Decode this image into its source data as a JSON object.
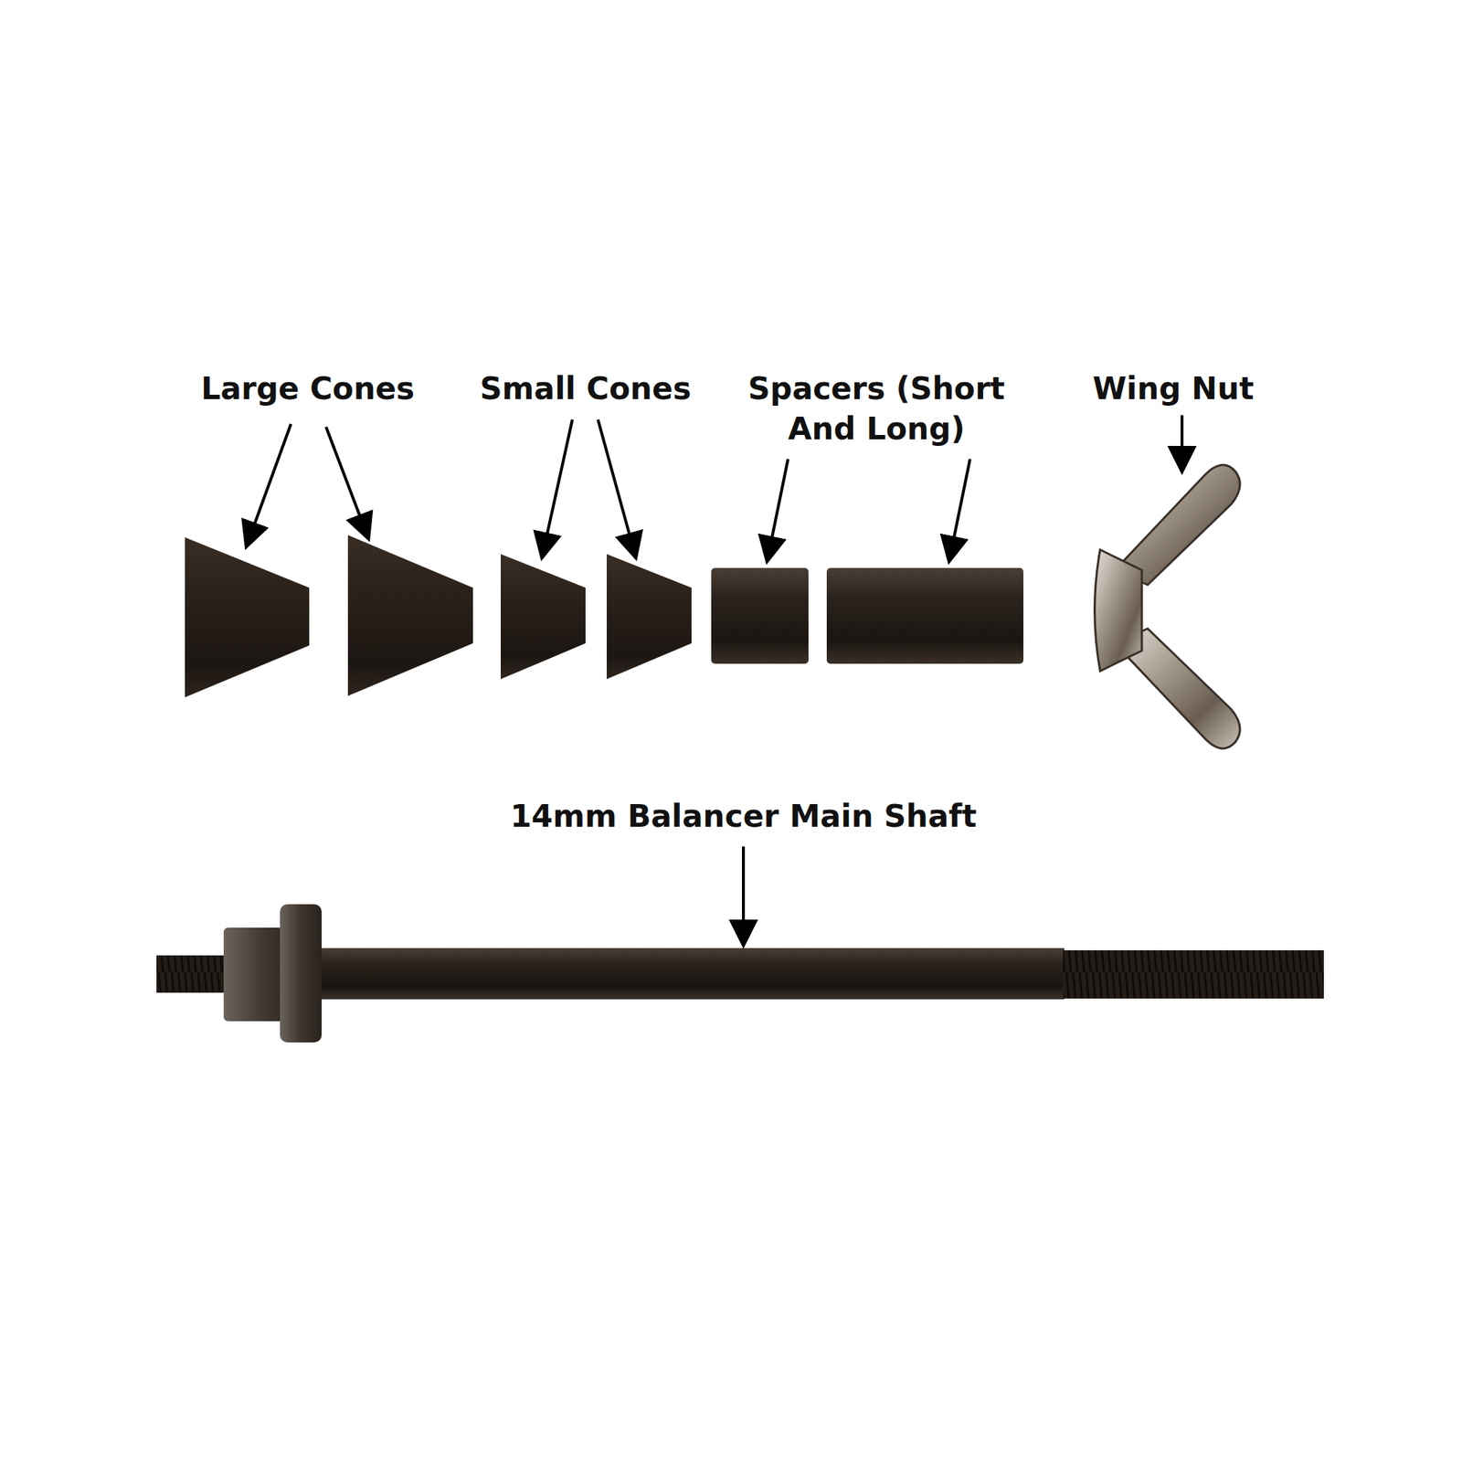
{
  "diagram": {
    "labels": [
      "Large Cones",
      "Small Cones",
      "Spacers (Short And Long)",
      "Wing Nut",
      "14mm Balancer Main Shaft"
    ]
  }
}
